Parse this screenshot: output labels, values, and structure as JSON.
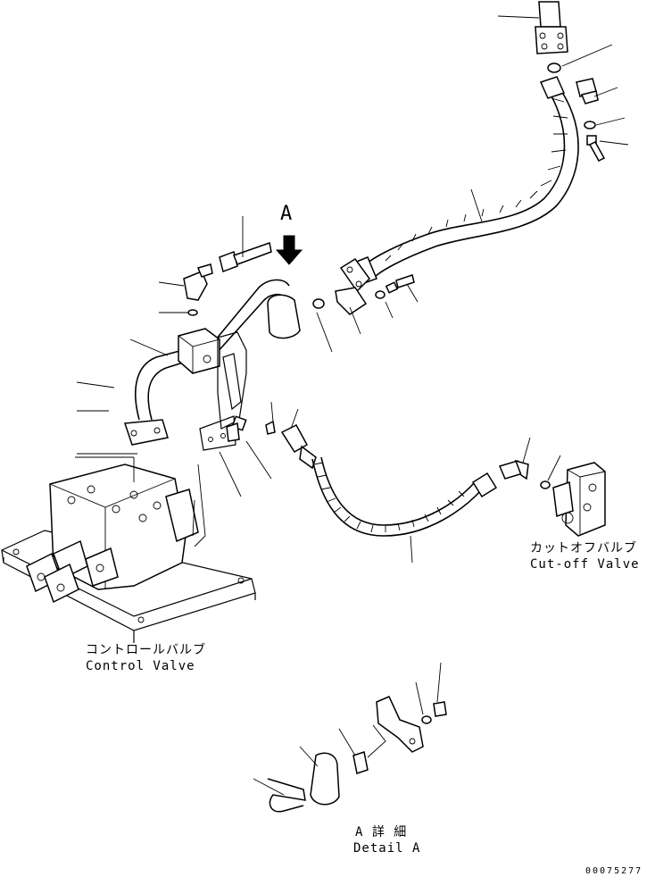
{
  "view_marker": "A",
  "labels": {
    "control_valve_jp": "コントロールバルブ",
    "control_valve_en": "Control Valve",
    "cutoff_valve_jp": "カットオフバルブ",
    "cutoff_valve_en": "Cut-off Valve",
    "detail_jp": "A 詳 細",
    "detail_en": "Detail A"
  },
  "drawing_number": "00075277"
}
